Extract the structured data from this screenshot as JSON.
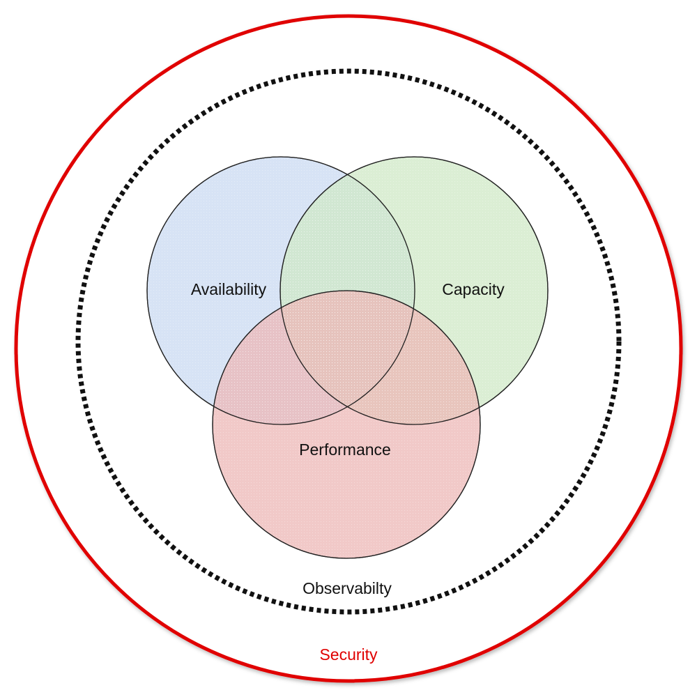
{
  "diagram": {
    "outer_ring": {
      "label": "Security",
      "color": "#e00000"
    },
    "inner_ring": {
      "label": "Observabilty",
      "color": "#111111",
      "style": "dashed"
    },
    "circles": [
      {
        "key": "availability",
        "label": "Availability",
        "fill": "#c9daf2",
        "opacity": 0.75
      },
      {
        "key": "capacity",
        "label": "Capacity",
        "fill": "#cfe8c6",
        "opacity": 0.75
      },
      {
        "key": "performance",
        "label": "Performance",
        "fill": "#ecb7b5",
        "opacity": 0.75
      }
    ],
    "outline_color": "#222222"
  }
}
